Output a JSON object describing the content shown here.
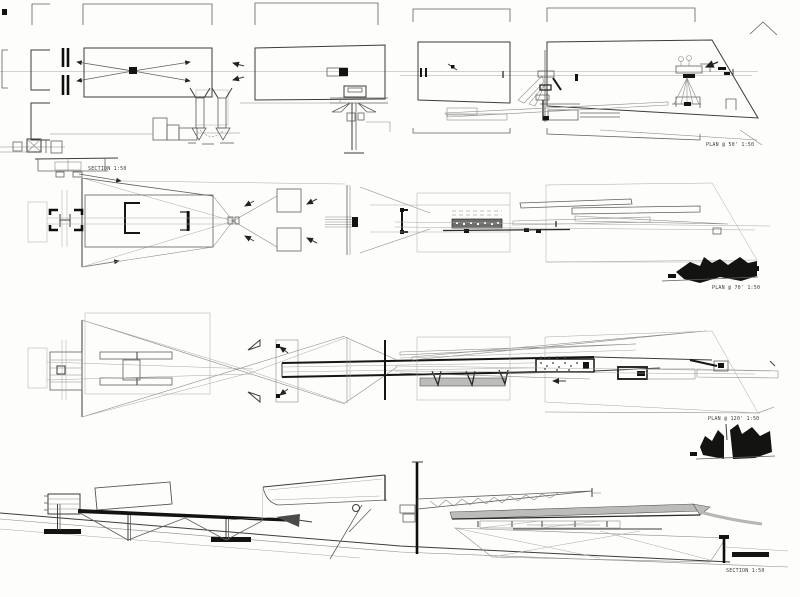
{
  "sheet": {
    "type": "scanned architectural drawing sheet",
    "background": "#fdfdfc",
    "ink_color": "#1c1c1a",
    "gray_fill": "#bcbcba",
    "views": [
      {
        "id": "plan-50",
        "label": "PLAN @ 50'  1:50"
      },
      {
        "id": "section-small",
        "label": "SECTION 1:50"
      },
      {
        "id": "plan-70",
        "label": "PLAN @ 70'  1:50"
      },
      {
        "id": "plan-120",
        "label": "PLAN @ 120'  1:50"
      },
      {
        "id": "section-long",
        "label": "SECTION 1:50"
      }
    ]
  }
}
